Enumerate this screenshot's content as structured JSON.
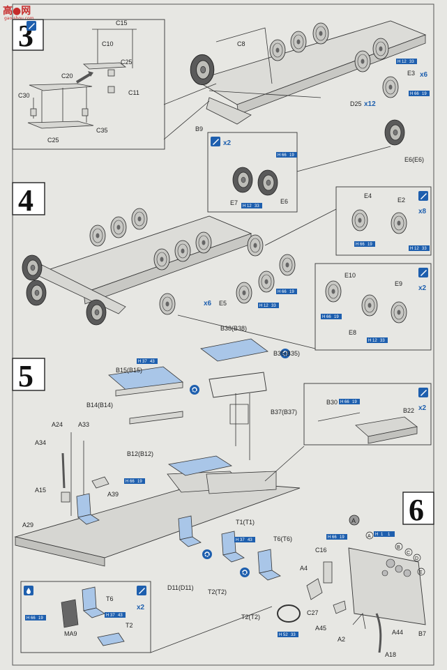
{
  "watermark": {
    "logo": "高●网",
    "url": "gao-shou.com"
  },
  "steps": [
    {
      "number": "3"
    },
    {
      "number": "4"
    },
    {
      "number": "5"
    },
    {
      "number": "6"
    }
  ],
  "labels": {
    "c15": "C15",
    "c10": "C10",
    "c25a": "C25",
    "c20": "C20",
    "c30": "C30",
    "c11": "C11",
    "c35": "C35",
    "c25b": "C25",
    "c8": "C8",
    "e3": "E3",
    "d25": "D25",
    "b9": "B9",
    "e6e6": "E6(E6)",
    "e7": "E7",
    "e6": "E6",
    "e4": "E4",
    "e2": "E2",
    "e10": "E10",
    "e9": "E9",
    "e8": "E8",
    "e5": "E5",
    "b38": "B38(B38)",
    "b35": "B35(B35)",
    "b15": "B15(B15)",
    "b14": "B14(B14)",
    "b37": "B37(B37)",
    "b12": "B12(B12)",
    "a24": "A24",
    "a33": "A33",
    "a34": "A34",
    "b30": "B30",
    "b22": "B22",
    "a15": "A15",
    "a39": "A39",
    "a29": "A29",
    "t1": "T1(T1)",
    "t6t6": "T6(T6)",
    "d11": "D11(D11)",
    "t2t2a": "T2(T2)",
    "t2t2b": "T2(T2)",
    "c16": "C16",
    "a4": "A4",
    "c27": "C27",
    "a45": "A45",
    "a2": "A2",
    "a44": "A44",
    "b7": "B7",
    "a18": "A18",
    "t6": "T6",
    "ma9": "MA9",
    "t2": "T2",
    "circ_a": "A",
    "circ_b": "B",
    "circ_c": "C",
    "circ_d": "D",
    "circ_e": "E"
  },
  "quantities": {
    "x6a": "x6",
    "x12": "x12",
    "x2a": "x2",
    "x8": "x8",
    "x2b": "x2",
    "x6b": "x6",
    "x2c": "x2",
    "x2d": "x2"
  },
  "paint": {
    "h12_33": [
      "H",
      "12",
      "33"
    ],
    "h66_19": [
      "H",
      "66",
      "19"
    ],
    "h37_43": [
      "H",
      "37",
      "43"
    ],
    "h52_33": [
      "H",
      "52",
      "33"
    ],
    "h1_1": [
      "H",
      "1",
      "1"
    ]
  },
  "colors": {
    "accent": "#1e5fae",
    "seat": "#a9c6e8",
    "watermark": "#c62b2b"
  },
  "icons": [
    "brush-icon",
    "cement-icon",
    "drop-icon",
    "symmetry-icon"
  ]
}
